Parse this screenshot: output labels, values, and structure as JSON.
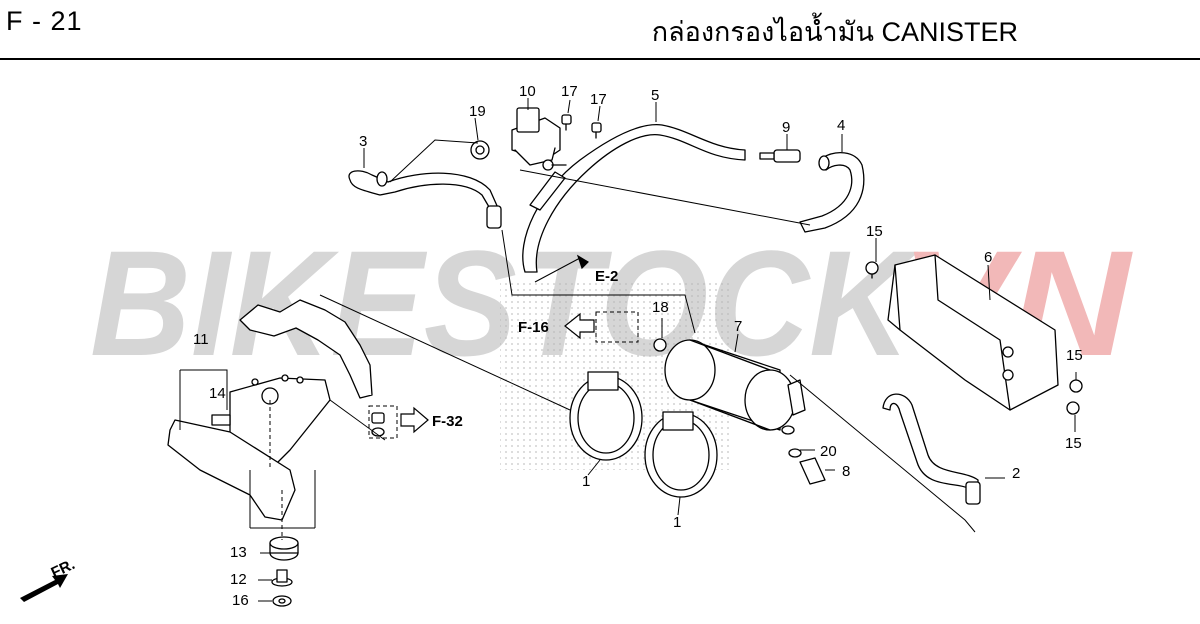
{
  "header": {
    "page_code": "F - 21",
    "title": "กล่องกรองไอน้ำมัน  CANISTER"
  },
  "watermark": {
    "text_main": "BIKESTOCK",
    "text_accent": "VN",
    "color_main": "#d6d6d6",
    "color_accent": "#f2b8b8"
  },
  "callouts": [
    "1",
    "1",
    "2",
    "3",
    "4",
    "5",
    "6",
    "7",
    "8",
    "9",
    "10",
    "11",
    "12",
    "13",
    "14",
    "15",
    "15",
    "15",
    "16",
    "17",
    "17",
    "18",
    "19",
    "20"
  ],
  "references": {
    "e2": "E-2",
    "f16": "F-16",
    "f32": "F-32",
    "front": "FR."
  },
  "colors": {
    "line": "#000000",
    "part_fill": "#ffffff",
    "shade": "#e8e8e8"
  },
  "icons": [
    "front-arrow-icon",
    "arrow-left-outline-icon",
    "arrow-right-outline-icon"
  ]
}
